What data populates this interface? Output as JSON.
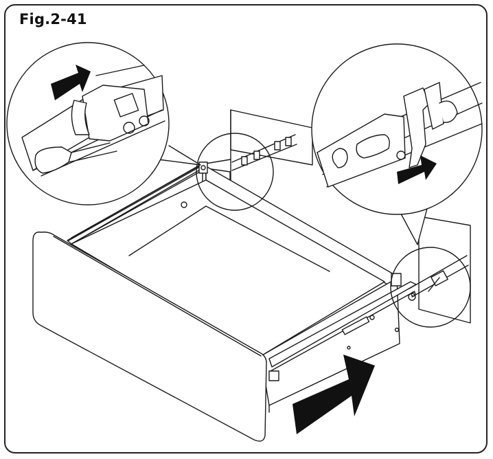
{
  "figure": {
    "label": "Fig.2-41"
  },
  "colors": {
    "line": "#1a1a1a",
    "arrow": "#111111",
    "background": "#ffffff"
  },
  "callouts": [
    {
      "name": "left-detail-callout",
      "arrow_direction": "up-right"
    },
    {
      "name": "right-detail-callout",
      "arrow_direction": "right"
    }
  ],
  "main_arrow_direction": "up-right"
}
